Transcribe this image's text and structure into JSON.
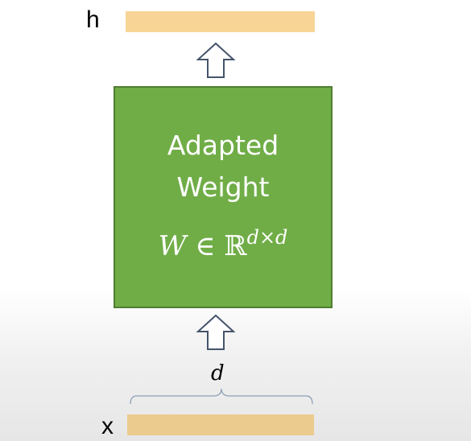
{
  "output": {
    "label": "h"
  },
  "input": {
    "label": "x"
  },
  "weight_box": {
    "line1": "Adapted",
    "line2": "Weight",
    "formula": {
      "var": "W",
      "in": " ∈ ℝ",
      "superscript": "d×d"
    }
  },
  "dimension": {
    "label": "d"
  },
  "colors": {
    "vector_bar": "#f8d596",
    "weight_box_fill": "#70ad47",
    "weight_box_border": "#507e32",
    "arrow_stroke": "#44546a"
  },
  "icons": {
    "flow_arrow": "hollow-up-arrow-icon",
    "dimension_marker": "curly-brace-icon"
  }
}
